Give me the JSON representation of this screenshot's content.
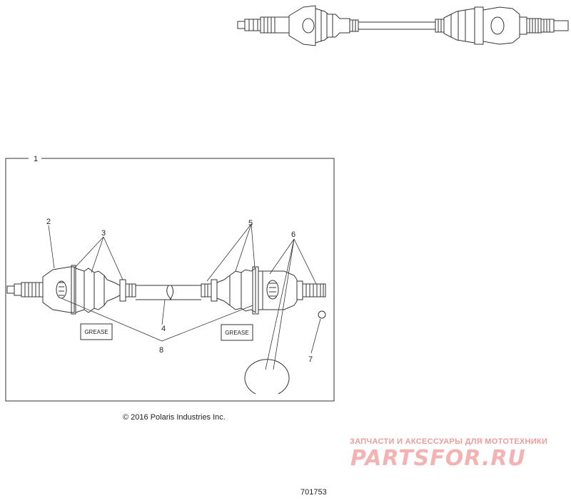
{
  "callouts": {
    "c1": "1",
    "c2": "2",
    "c3": "3",
    "c4": "4",
    "c5": "5",
    "c6": "6",
    "c7": "7",
    "c8": "8"
  },
  "grease_labels": [
    "GREASE",
    "GREASE"
  ],
  "copyright": "© 2016 Polaris Industries Inc.",
  "part_number": "701753",
  "watermark": {
    "subtitle": "ЗАПЧАСТИ И АКСЕССУАРЫ ДЛЯ МОТОТЕХНИКИ",
    "logo": "PARTSFOR.RU"
  }
}
